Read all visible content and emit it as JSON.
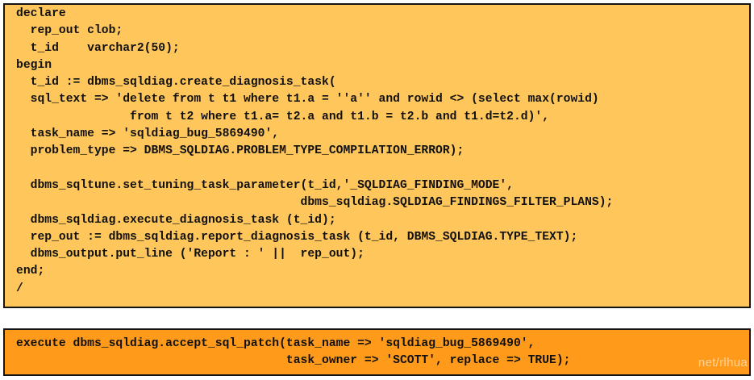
{
  "colors": {
    "box1_background": "#FFC65B",
    "box2_background": "#FF9A1A",
    "border": "#141414",
    "text": "#111111"
  },
  "diagnosis_block": {
    "lines": [
      "declare",
      "  rep_out clob;",
      "  t_id    varchar2(50);",
      "begin",
      "  t_id := dbms_sqldiag.create_diagnosis_task(",
      "  sql_text => 'delete from t t1 where t1.a = ''a'' and rowid <> (select max(rowid)",
      "                from t t2 where t1.a= t2.a and t1.b = t2.b and t1.d=t2.d)',",
      "  task_name => 'sqldiag_bug_5869490',",
      "  problem_type => DBMS_SQLDIAG.PROBLEM_TYPE_COMPILATION_ERROR);",
      "",
      "  dbms_sqltune.set_tuning_task_parameter(t_id,'_SQLDIAG_FINDING_MODE',",
      "                                        dbms_sqldiag.SQLDIAG_FINDINGS_FILTER_PLANS);",
      "  dbms_sqldiag.execute_diagnosis_task (t_id);",
      "  rep_out := dbms_sqldiag.report_diagnosis_task (t_id, DBMS_SQLDIAG.TYPE_TEXT);",
      "  dbms_output.put_line ('Report : ' ||  rep_out);",
      "end;",
      "/"
    ]
  },
  "accept_patch_block": {
    "lines": [
      "execute dbms_sqldiag.accept_sql_patch(task_name => 'sqldiag_bug_5869490',",
      "                                      task_owner => 'SCOTT', replace => TRUE);"
    ]
  },
  "watermark": "net/rlhua"
}
